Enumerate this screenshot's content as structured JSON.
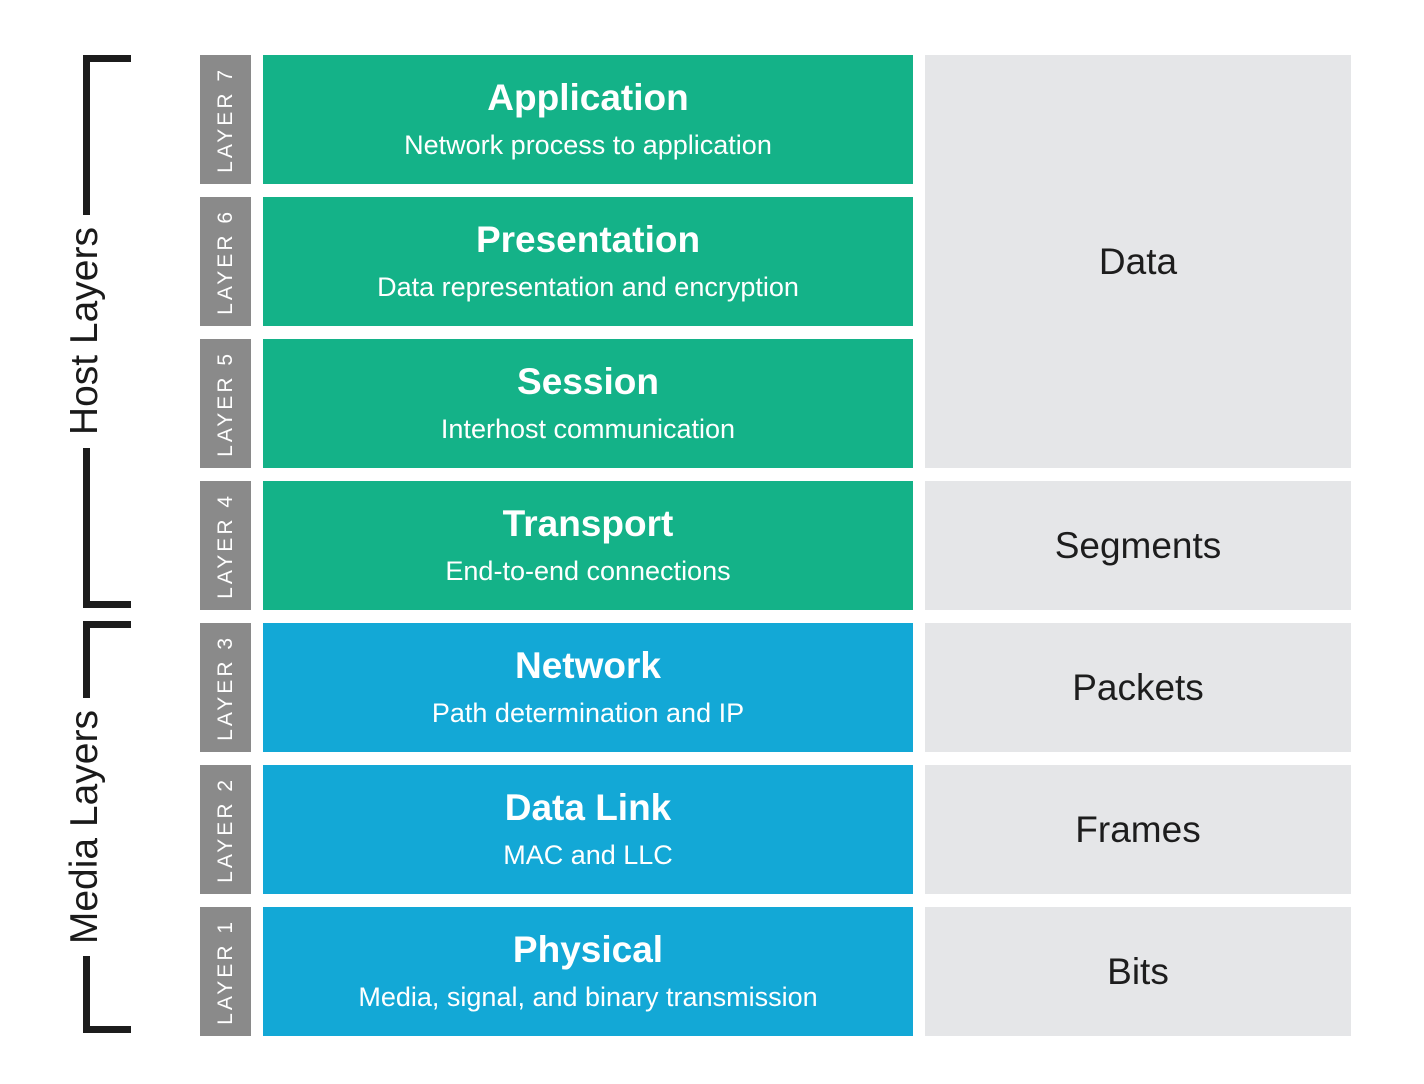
{
  "colors": {
    "host": "#14B288",
    "media": "#13A8D6",
    "tab": "#8A8A8A",
    "unit": "#E5E6E8",
    "bracket": "#1C1C1C"
  },
  "groups": {
    "host": {
      "label": "Host Layers"
    },
    "media": {
      "label": "Media Layers"
    }
  },
  "layers": [
    {
      "tab": "LAYER 7",
      "title": "Application",
      "subtitle": "Network process to application",
      "group": "host"
    },
    {
      "tab": "LAYER 6",
      "title": "Presentation",
      "subtitle": "Data representation and encryption",
      "group": "host"
    },
    {
      "tab": "LAYER 5",
      "title": "Session",
      "subtitle": "Interhost communication",
      "group": "host"
    },
    {
      "tab": "LAYER 4",
      "title": "Transport",
      "subtitle": "End-to-end connections",
      "group": "host"
    },
    {
      "tab": "LAYER 3",
      "title": "Network",
      "subtitle": "Path determination and IP",
      "group": "media"
    },
    {
      "tab": "LAYER 2",
      "title": "Data Link",
      "subtitle": "MAC and LLC",
      "group": "media"
    },
    {
      "tab": "LAYER 1",
      "title": "Physical",
      "subtitle": "Media, signal, and binary transmission",
      "group": "media"
    }
  ],
  "data_units": [
    {
      "label": "Data"
    },
    {
      "label": "Segments"
    },
    {
      "label": "Packets"
    },
    {
      "label": "Frames"
    },
    {
      "label": "Bits"
    }
  ]
}
